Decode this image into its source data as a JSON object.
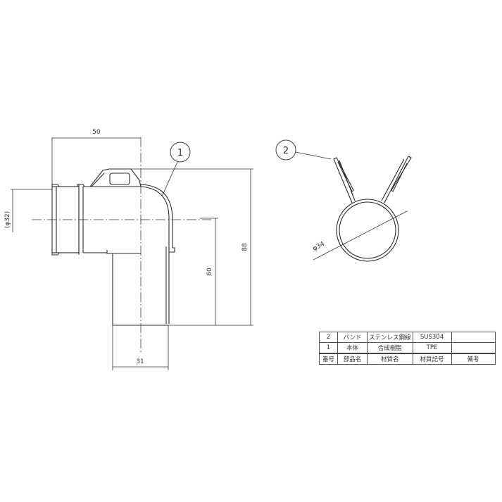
{
  "drawing": {
    "elbow": {
      "balloon": "1",
      "dimensions": {
        "width_top": "50",
        "diameter": "(φ32)",
        "height_total": "88",
        "height_outlet": "60",
        "width_outlet": "31"
      }
    },
    "band": {
      "balloon": "2",
      "dimensions": {
        "diameter": "φ34"
      }
    }
  },
  "parts_table": {
    "rows": [
      {
        "no": "2",
        "part_name": "バンド",
        "material_name": "ステンレス鋼線",
        "material_code": "SUS304",
        "remarks": ""
      },
      {
        "no": "1",
        "part_name": "本体",
        "material_name": "合成樹脂",
        "material_code": "TPE",
        "remarks": ""
      }
    ],
    "header": {
      "no": "番号",
      "part_name": "部品名",
      "material_name": "材質名",
      "material_code": "材質記号",
      "remarks": "備考"
    }
  }
}
